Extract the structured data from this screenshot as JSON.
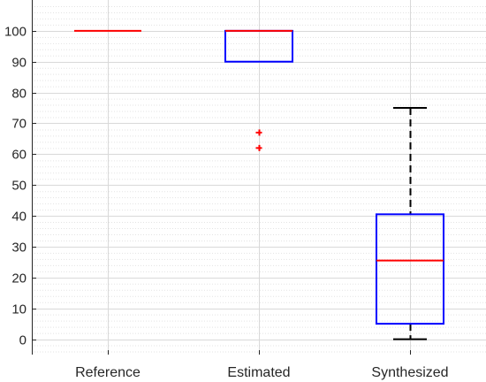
{
  "chart_data": {
    "type": "box",
    "categories": [
      "Reference",
      "Estimated",
      "Synthesized"
    ],
    "ylim": [
      -5,
      110
    ],
    "yticks": [
      0,
      10,
      20,
      30,
      40,
      50,
      60,
      70,
      80,
      90,
      100
    ],
    "grid": true,
    "minor_grid": true,
    "boxes": [
      {
        "category": "Reference",
        "min": 100,
        "q1": 100,
        "median": 100,
        "q3": 100,
        "max": 100,
        "outliers": []
      },
      {
        "category": "Estimated",
        "min": 90,
        "q1": 90,
        "median": 100,
        "q3": 100,
        "max": 100,
        "outliers": [
          67,
          62
        ]
      },
      {
        "category": "Synthesized",
        "min": 0,
        "q1": 5,
        "median": 25.5,
        "q3": 40.5,
        "max": 75,
        "outliers": []
      }
    ],
    "colors": {
      "box": "#0000ff",
      "median": "#ff0000",
      "whisker": "#000000",
      "outlier": "#ff0000",
      "grid": "#d9d9d9",
      "axis": "#262626"
    }
  }
}
